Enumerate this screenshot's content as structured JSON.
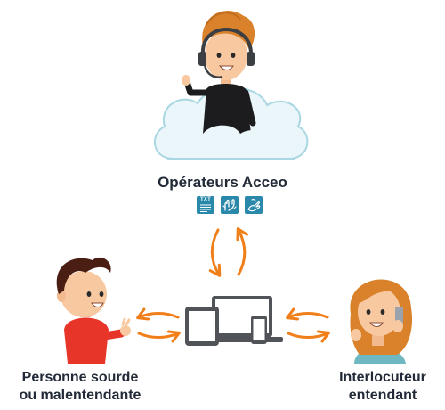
{
  "operators": {
    "title": "Opérateurs Acceo"
  },
  "modes": [
    {
      "name": "text-transcription",
      "text": "TXT",
      "icon": "text-lines-icon"
    },
    {
      "name": "sign-language",
      "icon": "sign-hands-icon"
    },
    {
      "name": "lpc-code",
      "icon": "cued-speech-hand-icon"
    }
  ],
  "person": {
    "line1": "Personne sourde",
    "line2": "ou malentendante"
  },
  "interlocutor": {
    "line1": "Interlocuteur",
    "line2": "entendant"
  },
  "colors": {
    "arrow": "#f07f1a",
    "text": "#222a38",
    "badge": "#2a88ab",
    "cloud_fill": "#eaf6f9",
    "cloud_stroke": "#a9d7e3",
    "device": "#505458",
    "shirt_red": "#e8352a",
    "hair_orange": "#d9822b",
    "shirt_teal": "#6fb7c1"
  }
}
